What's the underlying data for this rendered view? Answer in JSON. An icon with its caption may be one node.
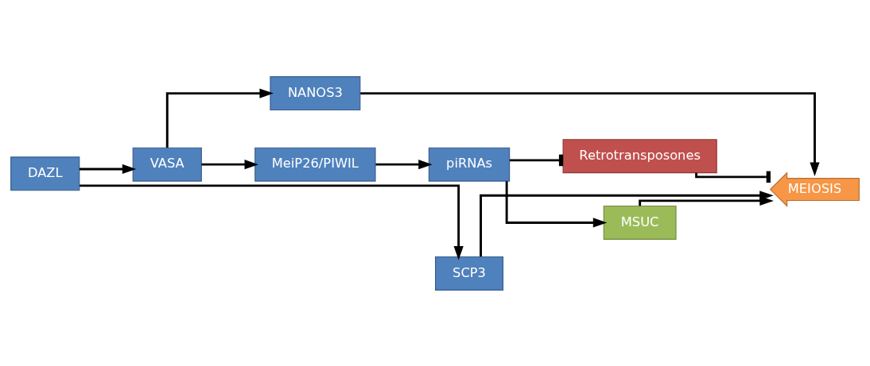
{
  "diagram": {
    "nodes": [
      {
        "text": [
          "DAZL"
        ]
      },
      {
        "text": [
          "VASA"
        ]
      },
      {
        "text": [
          "NANOS3"
        ]
      },
      {
        "text": [
          "MeiP26/PIWIL"
        ]
      },
      {
        "text": [
          "piRNAs"
        ]
      },
      {
        "text": [
          "Retrotransposones"
        ]
      },
      {
        "text": [
          "MSUC"
        ]
      },
      {
        "text": [
          "MEIOSIS"
        ]
      },
      {
        "text": [
          "SCP3"
        ]
      }
    ],
    "edges": [
      {
        "from": 0,
        "to": 1,
        "arrow": "to"
      },
      {
        "from": 0,
        "to": 8,
        "arrow": "to"
      },
      {
        "from": 1,
        "to": 2,
        "arrow": "to"
      },
      {
        "from": 1,
        "to": 3,
        "arrow": "to"
      },
      {
        "from": 3,
        "to": 4,
        "arrow": "to"
      },
      {
        "from": 4,
        "to": 5,
        "arrow": "other"
      },
      {
        "from": 4,
        "to": 6,
        "arrow": "to"
      },
      {
        "from": 2,
        "to": 7,
        "arrow": "to"
      },
      {
        "from": 5,
        "to": 7,
        "arrow": "other"
      },
      {
        "from": 6,
        "to": 7,
        "arrow": "to"
      },
      {
        "from": 8,
        "to": 7,
        "arrow": "to"
      }
    ]
  }
}
